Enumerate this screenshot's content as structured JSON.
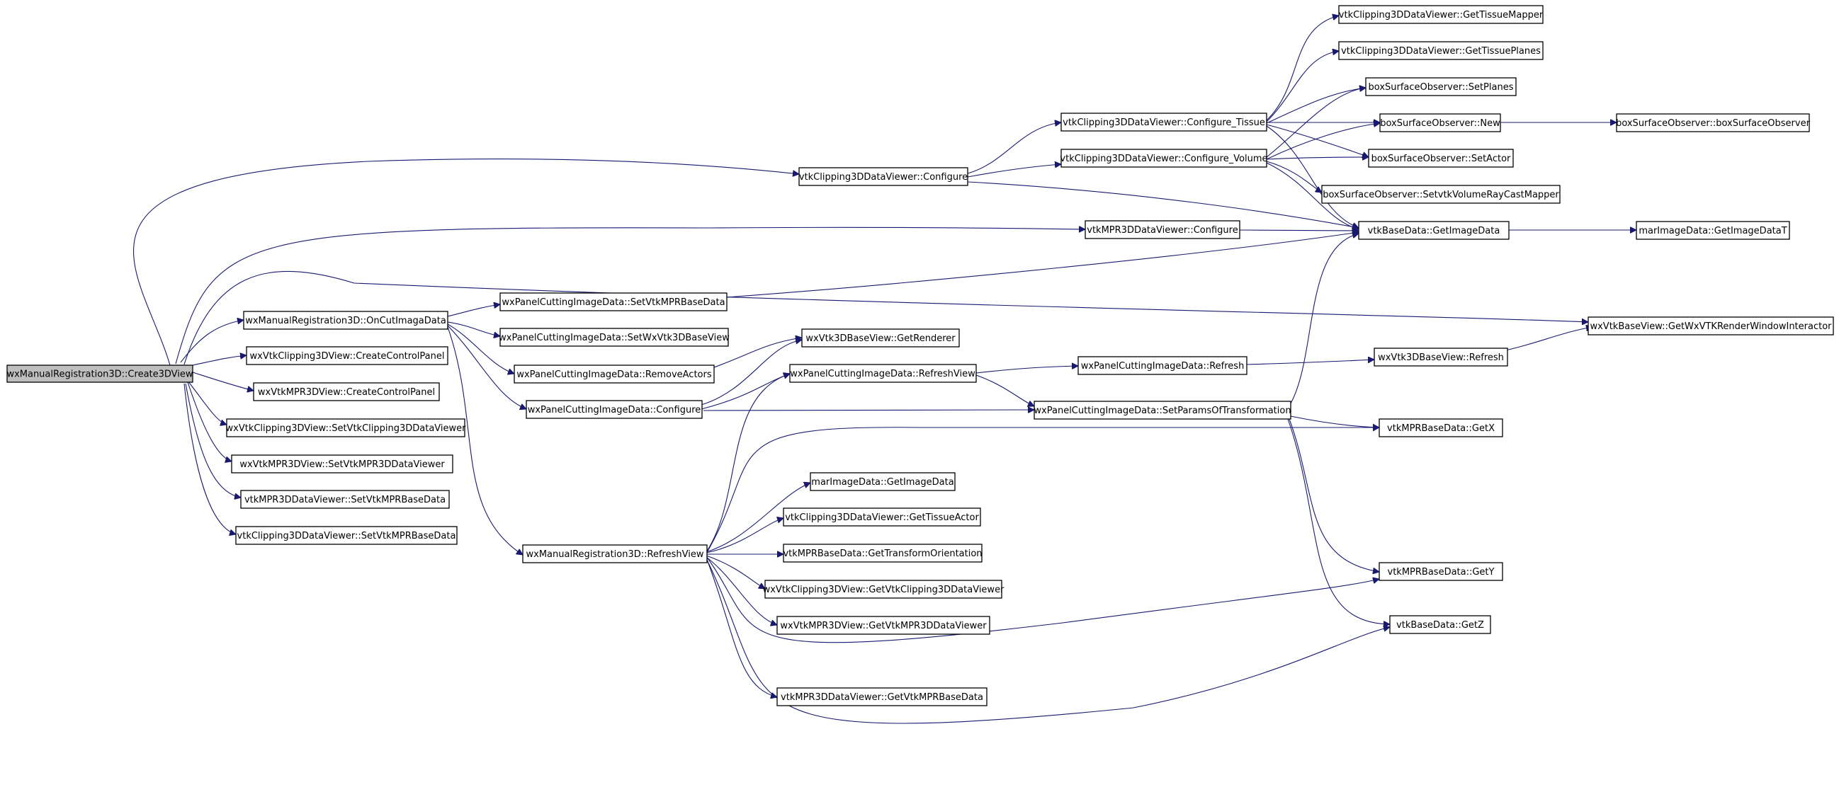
{
  "colors": {
    "edge": "#191970",
    "node_border": "#000000",
    "root_fill": "#bfbfbf",
    "node_fill": "#ffffff"
  },
  "nodes": [
    {
      "id": "root",
      "label": "wxManualRegistration3D::Create3DView",
      "root": true
    },
    {
      "id": "n1",
      "label": "vtkClipping3DDataViewer::Configure"
    },
    {
      "id": "n2",
      "label": "vtkMPR3DDataViewer::Configure"
    },
    {
      "id": "n3",
      "label": "wxManualRegistration3D::OnCutImagaData"
    },
    {
      "id": "n4",
      "label": "wxVtkClipping3DView::CreateControlPanel"
    },
    {
      "id": "n5",
      "label": "wxVtkMPR3DView::CreateControlPanel"
    },
    {
      "id": "n6",
      "label": "wxVtkClipping3DView::SetVtkClipping3DDataViewer"
    },
    {
      "id": "n7",
      "label": "wxVtkMPR3DView::SetVtkMPR3DDataViewer"
    },
    {
      "id": "n8",
      "label": "vtkMPR3DDataViewer::SetVtkMPRBaseData"
    },
    {
      "id": "n9",
      "label": "vtkClipping3DDataViewer::SetVtkMPRBaseData"
    },
    {
      "id": "n10",
      "label": "wxPanelCuttingImageData::SetVtkMPRBaseData"
    },
    {
      "id": "n11",
      "label": "wxPanelCuttingImageData::SetWxVtk3DBaseView"
    },
    {
      "id": "n12",
      "label": "wxPanelCuttingImageData::RemoveActors"
    },
    {
      "id": "n13",
      "label": "wxPanelCuttingImageData::Configure"
    },
    {
      "id": "n14",
      "label": "wxManualRegistration3D::RefreshView"
    },
    {
      "id": "n15",
      "label": "vtkClipping3DDataViewer::Configure_Tissue"
    },
    {
      "id": "n16",
      "label": "vtkClipping3DDataViewer::Configure_Volume"
    },
    {
      "id": "n17",
      "label": "wxVtk3DBaseView::GetRenderer"
    },
    {
      "id": "n18",
      "label": "wxPanelCuttingImageData::RefreshView"
    },
    {
      "id": "n19",
      "label": "marImageData::GetImageData"
    },
    {
      "id": "n20",
      "label": "vtkClipping3DDataViewer::GetTissueActor"
    },
    {
      "id": "n21",
      "label": "vtkMPRBaseData::GetTransformOrientation"
    },
    {
      "id": "n22",
      "label": "wxVtkClipping3DView::GetVtkClipping3DDataViewer"
    },
    {
      "id": "n23",
      "label": "wxVtkMPR3DView::GetVtkMPR3DDataViewer"
    },
    {
      "id": "n24",
      "label": "vtkMPR3DDataViewer::GetVtkMPRBaseData"
    },
    {
      "id": "n25",
      "label": "wxPanelCuttingImageData::Refresh"
    },
    {
      "id": "n26",
      "label": "wxPanelCuttingImageData::SetParamsOfTransformation"
    },
    {
      "id": "n27",
      "label": "vtkClipping3DDataViewer::GetTissueMapper"
    },
    {
      "id": "n28",
      "label": "vtkClipping3DDataViewer::GetTissuePlanes"
    },
    {
      "id": "n29",
      "label": "boxSurfaceObserver::SetPlanes"
    },
    {
      "id": "n30",
      "label": "boxSurfaceObserver::New"
    },
    {
      "id": "n31",
      "label": "boxSurfaceObserver::SetActor"
    },
    {
      "id": "n32",
      "label": "boxSurfaceObserver::SetvtkVolumeRayCastMapper"
    },
    {
      "id": "n33",
      "label": "vtkBaseData::GetImageData"
    },
    {
      "id": "n34",
      "label": "wxVtk3DBaseView::Refresh"
    },
    {
      "id": "n35",
      "label": "vtkMPRBaseData::GetX"
    },
    {
      "id": "n36",
      "label": "vtkMPRBaseData::GetY"
    },
    {
      "id": "n37",
      "label": "vtkBaseData::GetZ"
    },
    {
      "id": "n38",
      "label": "boxSurfaceObserver::boxSurfaceObserver"
    },
    {
      "id": "n39",
      "label": "marImageData::GetImageDataT"
    },
    {
      "id": "n40",
      "label": "wxVtkBaseView::GetWxVTKRenderWindowInteractor"
    }
  ]
}
